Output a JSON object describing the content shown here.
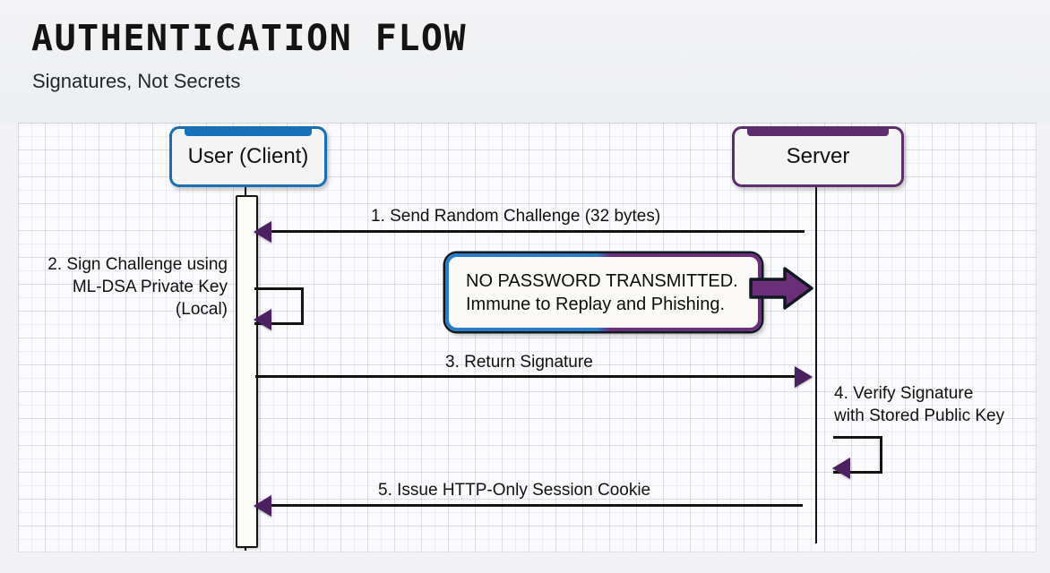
{
  "header": {
    "title": "AUTHENTICATION FLOW",
    "subtitle": "Signatures, Not Secrets"
  },
  "colors": {
    "client_accent": "#1572bb",
    "server_accent": "#5d2d6d",
    "arrow_purple": "#4b2160",
    "callout_left": "#2b7cc4",
    "callout_right": "#6b2f7a",
    "canvas_bg": "#fbfbfd",
    "page_bg": "#f2f2f4"
  },
  "diagram": {
    "type": "sequence-diagram",
    "participants": [
      {
        "id": "client",
        "label": "User (Client)",
        "accent": "#1572bb",
        "border": "#1a6fb0"
      },
      {
        "id": "server",
        "label": "Server",
        "accent": "#5d2d6d",
        "border": "#5d2d6d"
      }
    ],
    "messages": [
      {
        "step": "1",
        "label": "1. Send Random Challenge (32 bytes)",
        "from": "server",
        "to": "client",
        "direction": "left"
      },
      {
        "step": "2",
        "label": "2. Sign Challenge using\nML-DSA Private Key\n(Local)",
        "from": "client",
        "to": "client",
        "direction": "self"
      },
      {
        "step": "3",
        "label": "3. Return Signature",
        "from": "client",
        "to": "server",
        "direction": "right"
      },
      {
        "step": "4",
        "label": "4. Verify Signature\nwith Stored Public Key",
        "from": "server",
        "to": "server",
        "direction": "self"
      },
      {
        "step": "5",
        "label": "5. Issue HTTP-Only Session Cookie",
        "from": "server",
        "to": "client",
        "direction": "left"
      }
    ],
    "notes": {
      "note2_line1": "2. Sign Challenge using",
      "note2_line2": "ML-DSA Private Key",
      "note2_line3": "(Local)",
      "note4_line1": "4. Verify Signature",
      "note4_line2": "with Stored Public Key"
    },
    "message_labels": {
      "msg1": "1. Send Random Challenge (32 bytes)",
      "msg3": "3. Return Signature",
      "msg5": "5. Issue HTTP-Only Session Cookie"
    },
    "callout": {
      "line1": "NO PASSWORD TRANSMITTED.",
      "line2": "Immune to Replay and Phishing."
    }
  }
}
